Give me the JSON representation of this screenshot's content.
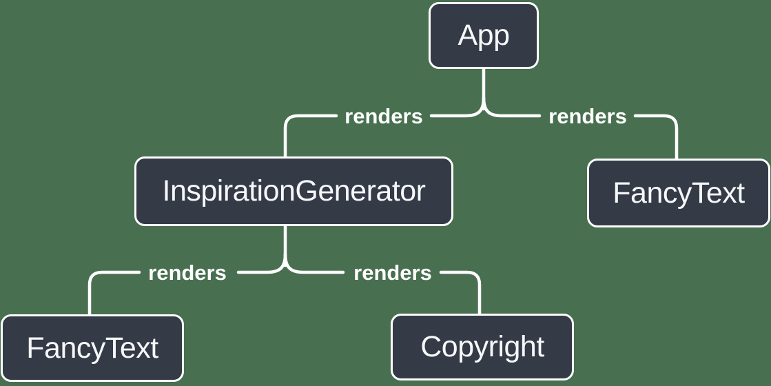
{
  "colors": {
    "background": "#487050",
    "node_fill": "#343A46",
    "node_border": "#FFFFFF",
    "node_text": "#F6F7F9",
    "edge_line": "#FFFFFF",
    "edge_label_text": "#FFFFFF"
  },
  "nodes": [
    {
      "id": "app",
      "label": "App"
    },
    {
      "id": "inspiration-generator",
      "label": "InspirationGenerator"
    },
    {
      "id": "fancy-text-top",
      "label": "FancyText"
    },
    {
      "id": "fancy-text-bottom",
      "label": "FancyText"
    },
    {
      "id": "copyright",
      "label": "Copyright"
    }
  ],
  "edges": [
    {
      "from": "App",
      "to": "InspirationGenerator",
      "label": "renders"
    },
    {
      "from": "App",
      "to": "FancyText",
      "label": "renders"
    },
    {
      "from": "InspirationGenerator",
      "to": "FancyText",
      "label": "renders"
    },
    {
      "from": "InspirationGenerator",
      "to": "Copyright",
      "label": "renders"
    }
  ]
}
